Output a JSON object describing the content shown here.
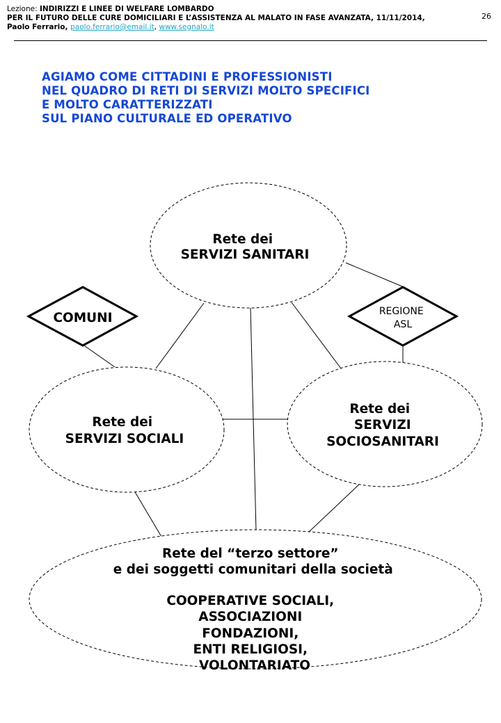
{
  "header": {
    "lesson_prefix": "Lezione: ",
    "lesson_title": "INDIRIZZI E LINEE DI WELFARE LOMBARDO",
    "line2": "PER IL FUTURO DELLE CURE DOMICILIARI E L’ASSISTENZA AL MALATO IN FASE AVANZATA, 11/11/2014,",
    "author": "Paolo Ferrario, ",
    "email": "paolo.ferrario@email.it",
    "separator": ", ",
    "website": "www.segnalo.it",
    "page_number": "26"
  },
  "heading_lines": [
    "AGIAMO COME CITTADINI E PROFESSIONISTI",
    "NEL QUADRO DI RETI DI SERVIZI MOLTO SPECIFICI",
    "E MOLTO CARATTERIZZATI",
    "SUL PIANO CULTURALE ED OPERATIVO"
  ],
  "nodes": {
    "sanitari": [
      "Rete dei",
      "SERVIZI SANITARI"
    ],
    "sociali": [
      "Rete dei",
      "SERVIZI SOCIALI"
    ],
    "sociosanitari": [
      "Rete dei",
      "SERVIZI",
      "SOCIOSANITARI"
    ],
    "terzo_settore": [
      "Rete del “terzo settore”",
      "e dei soggetti comunitari della società",
      "",
      "COOPERATIVE SOCIALI,",
      "ASSOCIAZIONI",
      "FONDAZIONI,",
      "ENTI RELIGIOSI,",
      "VOLONTARIATO"
    ],
    "comuni": "COMUNI",
    "regione": [
      "REGIONE",
      "ASL"
    ]
  },
  "colors": {
    "heading": "#1548d6",
    "link": "#1ea6c8"
  }
}
